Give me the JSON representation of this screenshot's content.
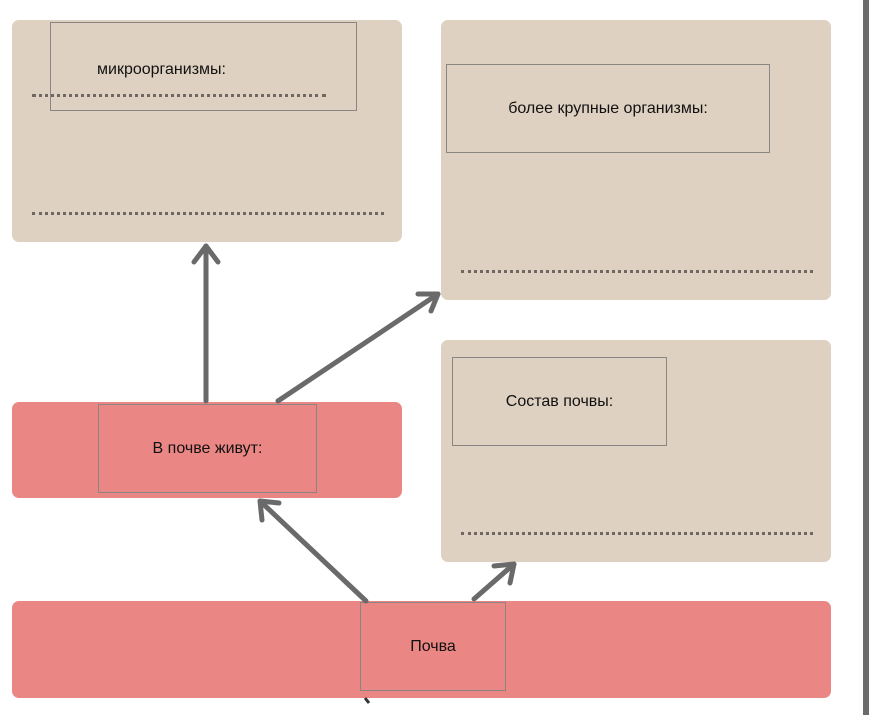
{
  "labels": {
    "microorganisms": "микроорганизмы:",
    "larger_organisms": "более крупные организмы:",
    "soil_composition": "Состав почвы:",
    "live_in_soil": "В почве живут:",
    "soil": "Почва"
  },
  "colors": {
    "card": "#dfd1c1",
    "node": "#ea8784",
    "arrow": "#6a6a6a",
    "border": "#8a8683"
  }
}
